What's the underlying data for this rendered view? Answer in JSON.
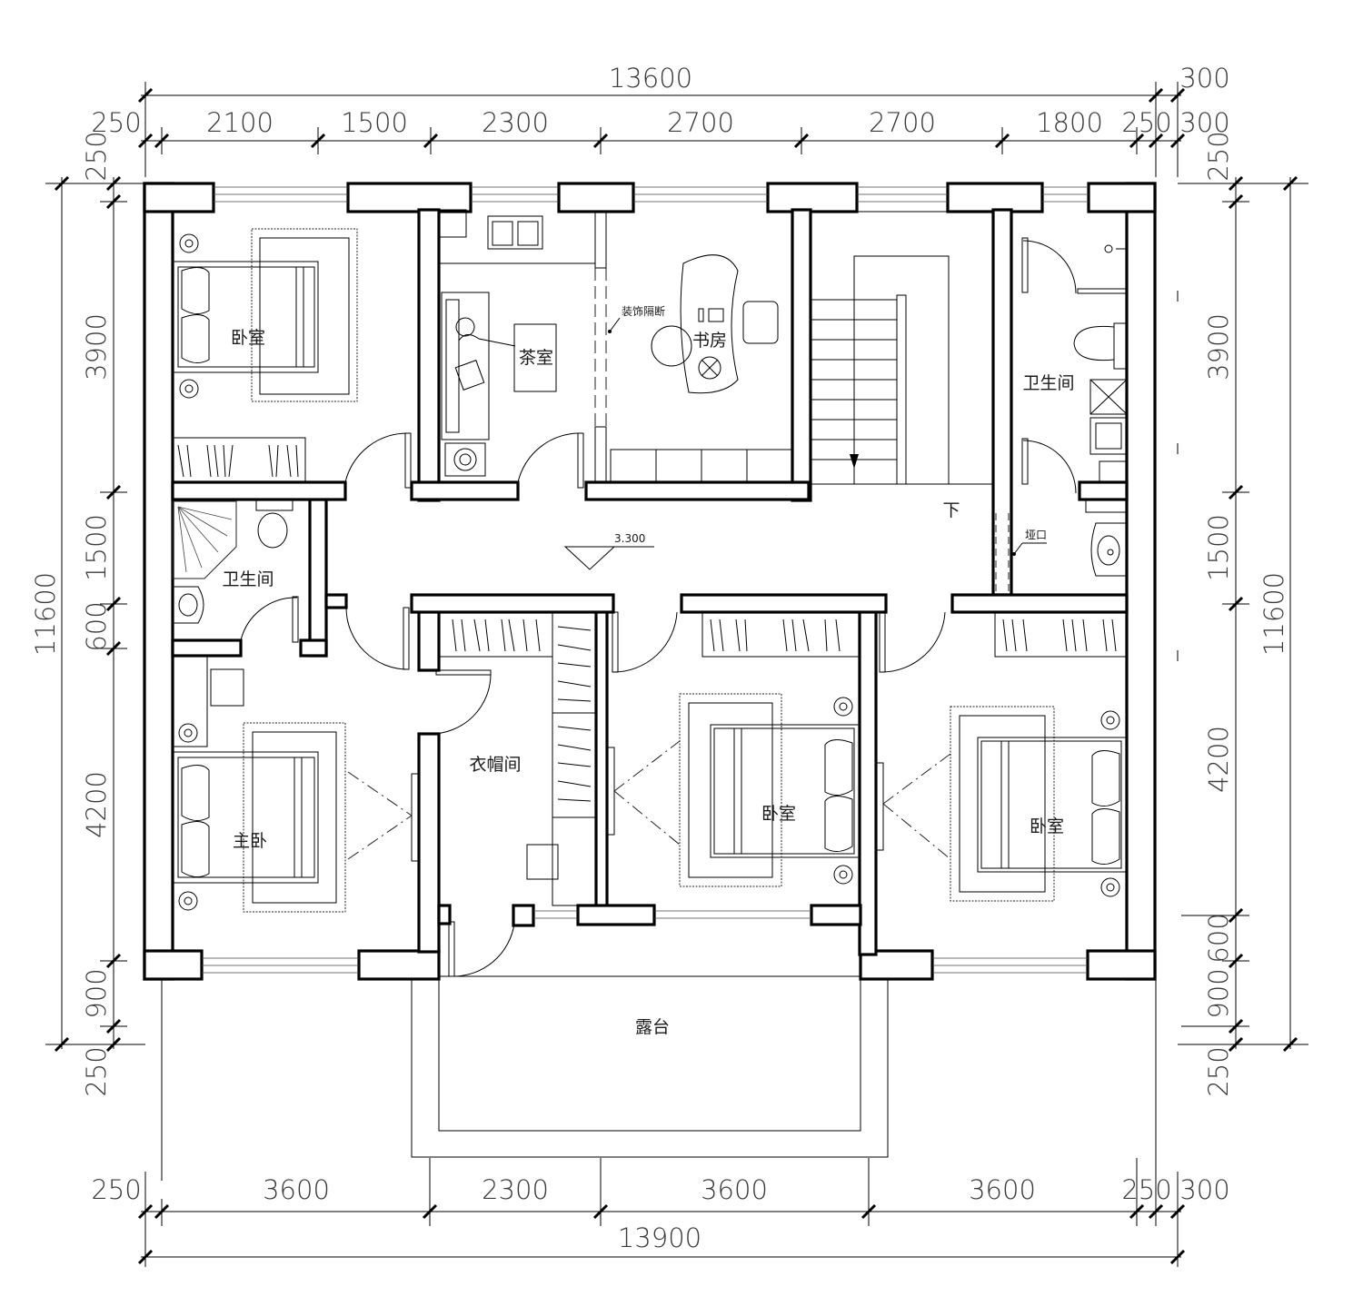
{
  "dimensions": {
    "top_total": "13600",
    "top_total_right": "300",
    "top": [
      "250",
      "2100",
      "1500",
      "2300",
      "2700",
      "2700",
      "1800",
      "250",
      "300"
    ],
    "left_total": "11600",
    "left": [
      "250",
      "3900",
      "1500",
      "600",
      "4200",
      "900",
      "250"
    ],
    "right_total": "11600",
    "right": [
      "250",
      "3900",
      "1500",
      "4200",
      "600",
      "900",
      "250"
    ],
    "bottom": [
      "250",
      "3600",
      "2300",
      "3600",
      "3600",
      "250",
      "300"
    ],
    "bottom_total": "13900"
  },
  "rooms": {
    "bedroom_nw": "卧室",
    "tea_room": "茶室",
    "partition": "装饰隔断",
    "study": "书房",
    "stair_down": "下",
    "bath_ne": "卫生间",
    "bath_w": "卫生间",
    "elevation": "3.300",
    "shaft": "垭口",
    "cloakroom": "衣帽间",
    "master_bedroom": "主卧",
    "bedroom_mid": "卧室",
    "bedroom_se": "卧室",
    "terrace": "露台"
  }
}
